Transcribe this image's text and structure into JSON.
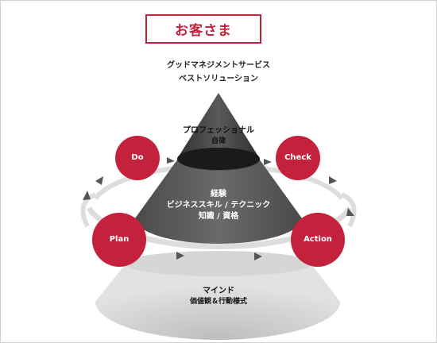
{
  "title": "お客さま",
  "service": {
    "line1": "グッドマネジメントサービス",
    "line2": "ベストソリューション"
  },
  "top_layer": {
    "line1": "プロフェッショナル",
    "line2": "自律"
  },
  "middle_layer": {
    "line1": "経験",
    "line2": "ビジネススキル / テクニック",
    "line3": "知識 / 資格"
  },
  "base_layer": {
    "line1": "マインド",
    "line2": "価値観＆行動様式"
  },
  "cycle": {
    "do": "Do",
    "check": "Check",
    "action": "Action",
    "plan": "Plan"
  },
  "colors": {
    "accent": "#c4213d",
    "cone_top": "#3a3a3a",
    "cone_mid": "#555555",
    "base": "#cccccc"
  }
}
